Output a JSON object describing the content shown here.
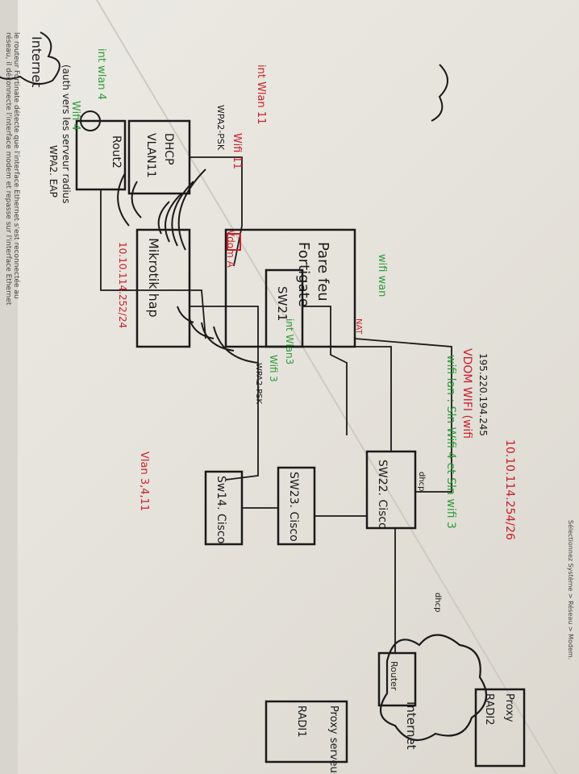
{
  "labels": {
    "internet_left": "Internet",
    "router2": "Rout2",
    "dhcp": "DHCP",
    "vlan": "VLAN11",
    "pare_feu": "Pare feu",
    "fortigate": "Fortigate",
    "vdom_a": "Vdom A",
    "wifi_wan": "wifi wan",
    "nat": "NAT",
    "vdom_wifi": "VDOM WIFI (wifi",
    "ip_195": "195.220.194.245",
    "wifi_lan": "wifi lan : Sln Wifi 4 et Sln wifi 3",
    "dhcp_note_1": "dhcp",
    "dhcp_note_2": "dhcp",
    "ip_right": "10.10.114.254/26",
    "sw21": "SW21",
    "sw22": "SW22. Cisco",
    "sw23": "SW23. Cisco",
    "sw14": "Sw14. Cisco",
    "mikrotik": "Mikrotik hap",
    "ip_mikrotik": "10.10.114.252/24",
    "vlan_note": "Vlan 3,4,11",
    "int_wlan11": "int Wlan 11",
    "wifi11": "Wifi 11",
    "wpa2_1": "WPA2-PSK",
    "int_wlan4": "int wlan 4",
    "wifi4": "Wifi 4",
    "auth": "(auth vers les serveur radius",
    "wpa2_eap": "WPA2. EAP",
    "int_wlan3": "int Wlan3",
    "wifi3": "Wifi 3",
    "wpa2_2": "WPA2-PSK",
    "internet_right": "Internet",
    "router_right": "Router",
    "proxy_top": "Proxy",
    "radius2": "RADI2",
    "proxy_serveur": "Proxy serveur",
    "radius1": "RADI1"
  },
  "print_text": {
    "line1": "le routeur Fortinate détecte que l'interface Ethernet s'est reconnectée au",
    "line2": "réseau, il déconnecte l'interface modem et repasse sur l'interface Ethernet",
    "bottom_right": "Sélectionnez Système > Réseau > Modem."
  },
  "colors": {
    "ink_black": "#1a1a1a",
    "ink_red": "#c8202a",
    "ink_green": "#2e9a3a",
    "paper": "#e9e6df"
  }
}
